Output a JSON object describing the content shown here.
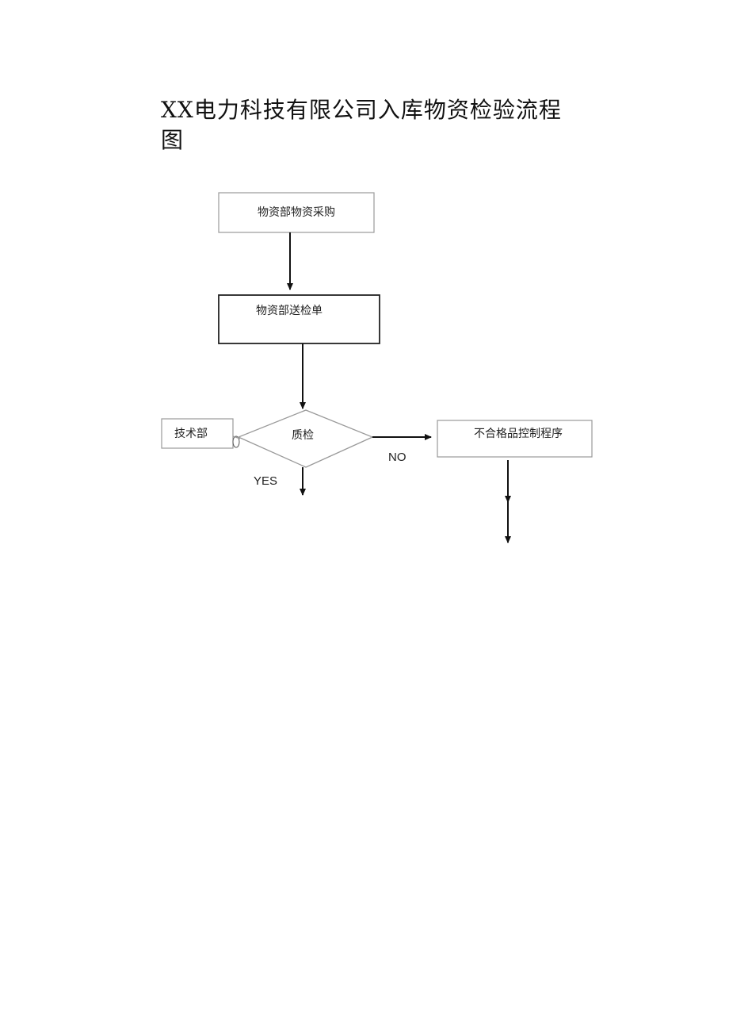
{
  "title": "XX电力科技有限公司入库物资检验流程图",
  "nodes": {
    "purchase": "物资部物资采购",
    "inspection_slip": "物资部送检单",
    "tech_dept": "技术部",
    "quality_check": "质检",
    "nonconforming": "不合格品控制程序"
  },
  "edge_labels": {
    "yes": "YES",
    "no": "NO"
  }
}
